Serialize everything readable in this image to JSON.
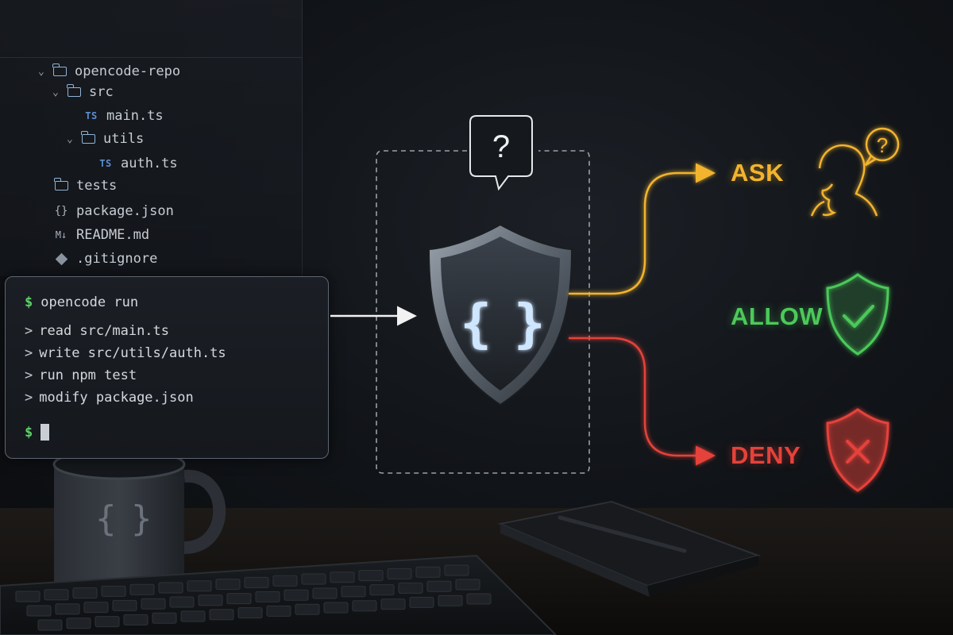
{
  "file_tree": {
    "root": "opencode-repo",
    "items": [
      {
        "label": "opencode-repo",
        "type": "folder",
        "expanded": true
      },
      {
        "label": "src",
        "type": "folder",
        "expanded": true
      },
      {
        "label": "main.ts",
        "type": "ts"
      },
      {
        "label": "utils",
        "type": "folder",
        "expanded": true
      },
      {
        "label": "auth.ts",
        "type": "ts"
      },
      {
        "label": "tests",
        "type": "folder"
      },
      {
        "label": "package.json",
        "type": "json"
      },
      {
        "label": "README.md",
        "type": "md"
      },
      {
        "label": ".gitignore",
        "type": "git"
      }
    ],
    "icons": {
      "ts": "TS",
      "json": "{}",
      "md": "M↓"
    }
  },
  "terminal": {
    "prompt": "$",
    "command": "opencode run",
    "output_marker": ">",
    "lines": [
      "read src/main.ts",
      "write src/utils/auth.ts",
      "run npm test",
      "modify package.json"
    ]
  },
  "gate": {
    "question_mark": "?",
    "shield_glyph": "{ }",
    "shield_icon": "shield-code-icon"
  },
  "outcomes": [
    {
      "label": "ASK",
      "color": "#f2b42e",
      "icon": "person-question-icon",
      "icon_glyph": "?"
    },
    {
      "label": "ALLOW",
      "color": "#4cc95a",
      "icon": "shield-check-icon"
    },
    {
      "label": "DENY",
      "color": "#e5423a",
      "icon": "shield-x-icon"
    }
  ],
  "mug": {
    "glyph": "{ }"
  },
  "colors": {
    "background": "#111418",
    "ask": "#f2b42e",
    "allow": "#4cc95a",
    "deny": "#e5423a",
    "prompt": "#5fd06a",
    "shield_glyph": "#cfe6ff"
  }
}
